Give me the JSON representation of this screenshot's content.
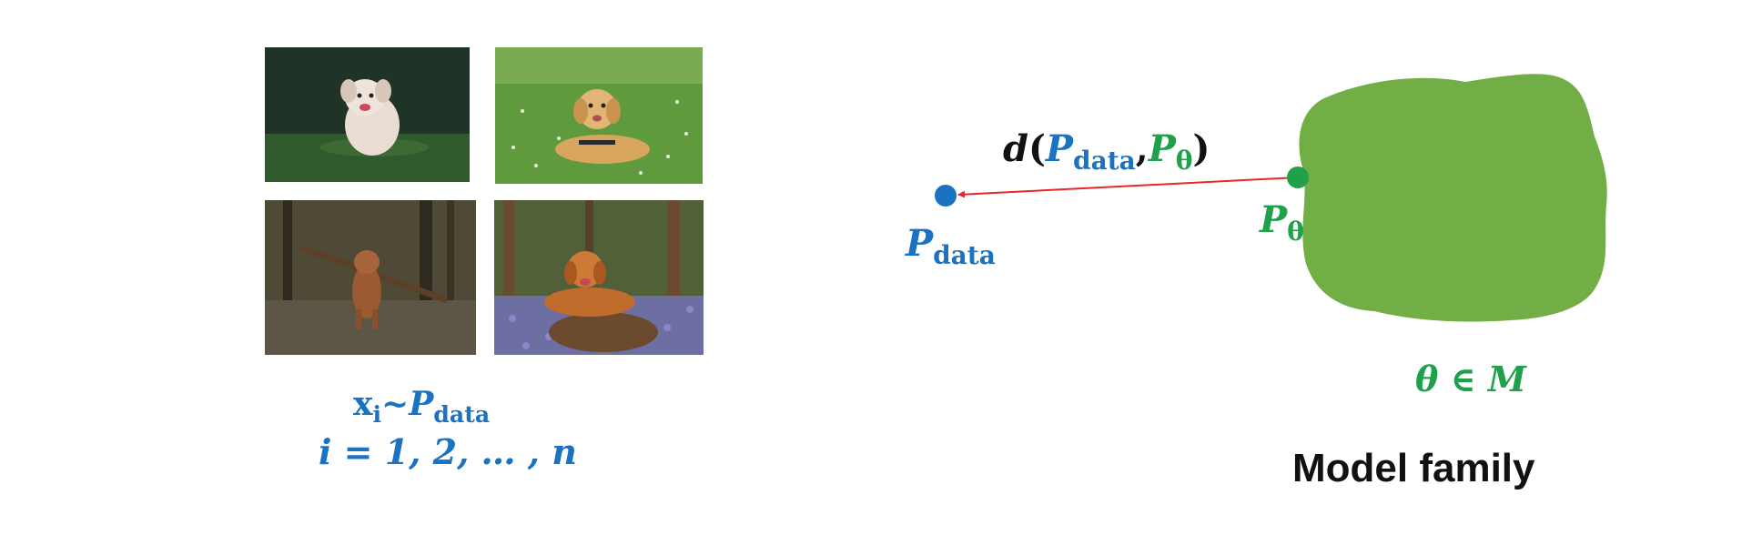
{
  "photos": [
    {
      "icon": "white-dog-running-photo"
    },
    {
      "icon": "golden-retriever-lying-photo"
    },
    {
      "icon": "brown-dog-with-stick-photo"
    },
    {
      "icon": "dog-on-stump-bluebells-photo"
    }
  ],
  "sample": {
    "x": "x",
    "i_sub": "i",
    "tilde": "~",
    "P": "P",
    "data_sub": "data",
    "index_line": "i = 1, 2, … , n"
  },
  "distance": {
    "d": "d",
    "open": "(",
    "P1": "P",
    "sub1": "data",
    "comma": ",",
    "P2": "P",
    "sub2": "θ",
    "close": ")"
  },
  "p_data_label": {
    "P": "P",
    "sub": "data"
  },
  "p_theta_label": {
    "P": "P",
    "sub": "θ"
  },
  "theta_in_M": "θ ∈ M",
  "model_family_label": "Model family",
  "colors": {
    "blue": "#1b72c0",
    "green": "#1fa04a",
    "blob": "#72ae46",
    "arrow": "#e8262b"
  }
}
